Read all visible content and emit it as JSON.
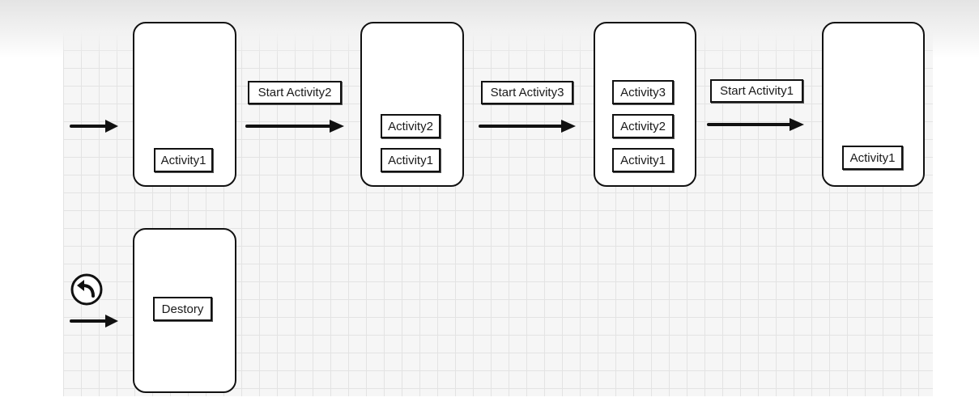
{
  "stack_frames": [
    {
      "items": [
        "Activity1"
      ]
    },
    {
      "items": [
        "Activity2",
        "Activity1"
      ]
    },
    {
      "items": [
        "Activity3",
        "Activity2",
        "Activity1"
      ]
    },
    {
      "items": [
        "Activity1"
      ]
    },
    {
      "items": [
        "Destory"
      ]
    }
  ],
  "transitions": [
    "Start Activity2",
    "Start Activity3",
    "Start Activity1"
  ],
  "icons": {
    "back": "back-arrow-icon"
  },
  "colors": {
    "ink": "#111111",
    "grid": "#e3e3e3",
    "canvas": "#f6f6f6"
  }
}
